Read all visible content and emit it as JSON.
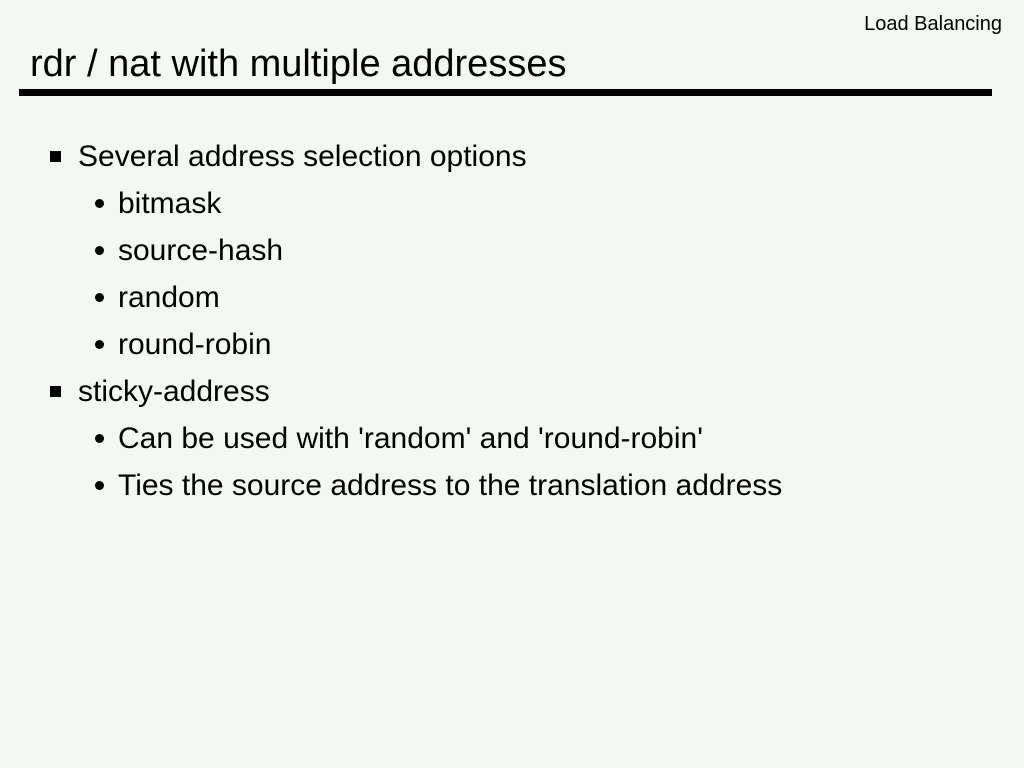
{
  "slide": {
    "header_label": "Load Balancing",
    "title": "rdr / nat with multiple addresses"
  },
  "content": {
    "items": [
      {
        "level": 1,
        "text": "Several address selection options"
      },
      {
        "level": 2,
        "text": "bitmask"
      },
      {
        "level": 2,
        "text": "source-hash"
      },
      {
        "level": 2,
        "text": "random"
      },
      {
        "level": 2,
        "text": "round-robin"
      },
      {
        "level": 1,
        "text": "sticky-address"
      },
      {
        "level": 2,
        "text": "Can be used with 'random' and 'round-robin'"
      },
      {
        "level": 2,
        "text": "Ties the source address to the translation address"
      }
    ]
  },
  "colors": {
    "background": "#f4f8f2",
    "text": "#000000",
    "title_rule": "#000000"
  }
}
